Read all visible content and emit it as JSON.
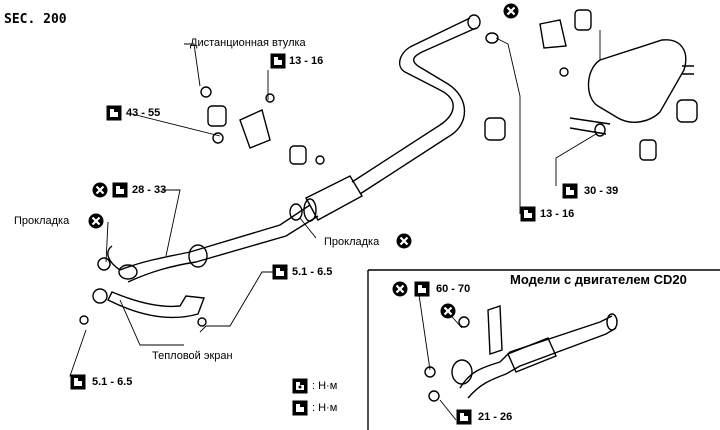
{
  "section": "SEC. 200",
  "labels": {
    "spacer_bushing": "Дистанционная втулка",
    "gasket_left": "Прокладка",
    "gasket_center": "Прокладка",
    "heat_shield": "Тепловой экран",
    "cd20_models": "Модели с двигателем CD20"
  },
  "torques": {
    "t_13_16_top": "13 - 16",
    "t_43_55": "43 - 55",
    "t_28_33": "28 - 33",
    "t_5_1_mid": "5.1 - 6.5",
    "t_5_1_bottom": "5.1 - 6.5",
    "t_30_39": "30 - 39",
    "t_13_16_right": "13 - 16",
    "t_60_70": "60 - 70",
    "t_21_26": "21 - 26"
  },
  "legend": [
    {
      "unit": ": Н·м"
    },
    {
      "unit": ": Н·м"
    }
  ],
  "icons": {
    "torque": "torque-wrench-icon",
    "replace": "do-not-reuse-icon"
  },
  "colors": {
    "line": "#000000",
    "background": "#ffffff"
  }
}
